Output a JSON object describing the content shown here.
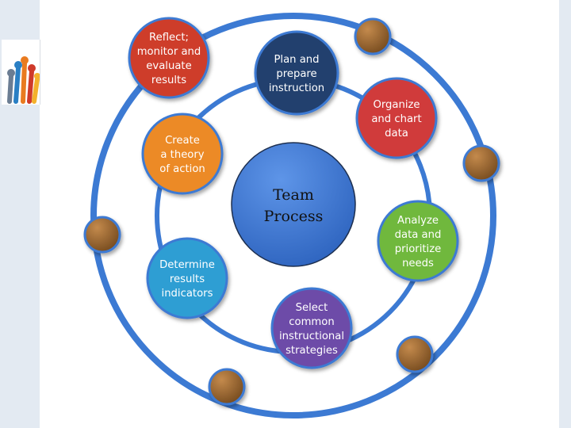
{
  "diagram": {
    "center": {
      "lines": [
        "Team",
        "Process"
      ],
      "color": "#3a76d6"
    },
    "ring_color": "#3c7ad3",
    "connector_color": "#8a5a2a",
    "steps": [
      {
        "name": "plan-prepare",
        "lines": [
          "Plan and",
          "prepare",
          "instruction"
        ],
        "color": "#233f6e"
      },
      {
        "name": "organize-chart",
        "lines": [
          "Organize",
          "and chart",
          "data"
        ],
        "color": "#d03a3a"
      },
      {
        "name": "analyze-prioritize",
        "lines": [
          "Analyze",
          "data and",
          "prioritize",
          "needs"
        ],
        "color": "#6fb83c"
      },
      {
        "name": "select-strategies",
        "lines": [
          "Select",
          "common",
          "instructional",
          "strategies"
        ],
        "color": "#6d4ba8"
      },
      {
        "name": "determine-indicators",
        "lines": [
          "Determine",
          "results",
          "indicators"
        ],
        "color": "#2f9ed3"
      },
      {
        "name": "create-theory",
        "lines": [
          "Create",
          "a theory",
          "of action"
        ],
        "color": "#ec8a26"
      },
      {
        "name": "reflect-monitor",
        "lines": [
          "Reflect;",
          "monitor and",
          "evaluate",
          "results"
        ],
        "color": "#ce3d2c"
      }
    ]
  }
}
